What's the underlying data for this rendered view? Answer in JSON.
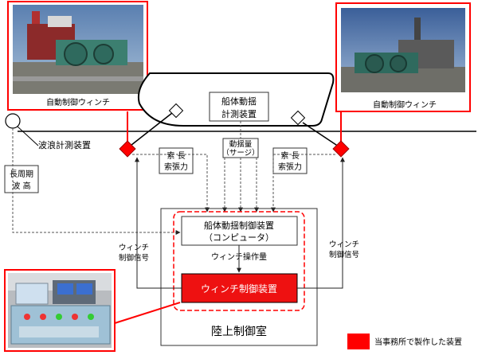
{
  "labels": {
    "winch_left": "自動制御ウィンチ",
    "winch_right": "自動制御ウィンチ",
    "hull_measure_line1": "船体動揺",
    "hull_measure_line2": "計測装置",
    "wave_meter": "波浪計測装置",
    "long_period_line1": "長周期",
    "long_period_line2": "波 高",
    "tension_left_line1": "索 長",
    "tension_left_line2": "索張力",
    "tension_right_line1": "索 長",
    "tension_right_line2": "索張力",
    "motion_line1": "動揺量",
    "motion_line2": "（サージ）",
    "controller_line1": "船体動揺制御装置",
    "controller_line2": "（コンピュータ）",
    "winch_operation": "ウィンチ操作量",
    "winch_controller": "ウィンチ制御装置",
    "signal_left_line1": "ウィンチ",
    "signal_left_line2": "制御信号",
    "signal_right_line1": "ウィンチ",
    "signal_right_line2": "制御信号",
    "control_room": "陸上制御室",
    "legend": "当事務所で製作した装置"
  },
  "colors": {
    "highlight_red": "#ff0000",
    "box_red": "#ee1111",
    "line": "#333333"
  }
}
